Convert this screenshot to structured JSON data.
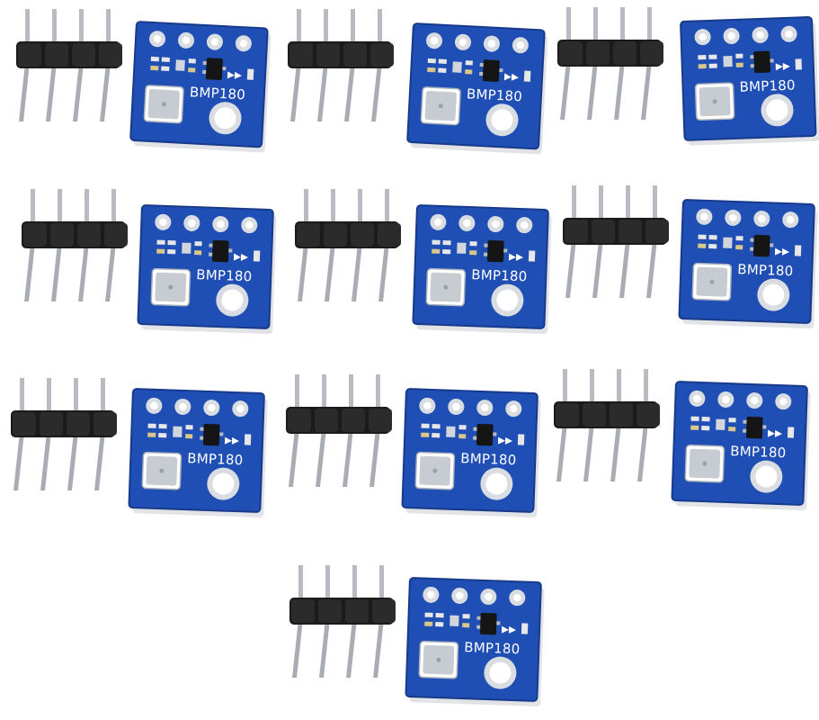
{
  "product": {
    "board_label": "BMP180",
    "module_count": 10,
    "header_pin_count": 4
  },
  "colors": {
    "background": "#ffffff",
    "pcb_blue": "#1f4fb4",
    "pcb_edge": "#173a8a",
    "pad_silver": "#d9dde2",
    "sensor_metal": "#c7ccd2",
    "pin_metal": "#b8bcc2",
    "header_plastic": "#1b1b1b"
  },
  "icons": {
    "pressure_sensor": "bmp180-sensor-can-icon",
    "mounting_hole": "mounting-hole-icon",
    "pin_header": "pin-header-4-icon"
  }
}
